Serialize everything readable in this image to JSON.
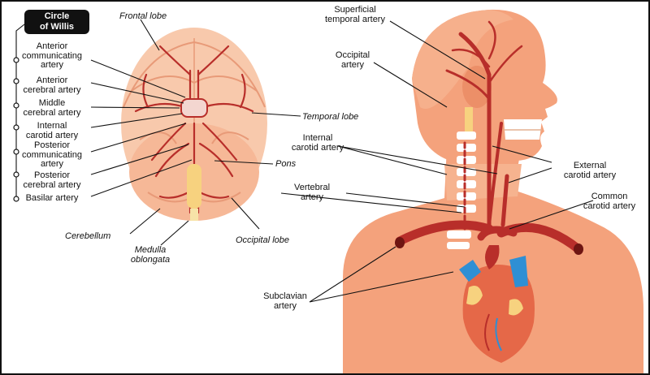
{
  "title": "Circle\nof Willis",
  "circle_of_willis_labels": [
    "Anterior\ncommunicating\nartery",
    "Anterior\ncerebral artery",
    "Middle\ncerebral artery",
    "Internal\ncarotid artery",
    "Posterior\ncommunicating\nartery",
    "Posterior\ncerebral artery",
    "Basilar artery"
  ],
  "brain_labels": {
    "frontal_lobe": "Frontal lobe",
    "temporal_lobe": "Temporal lobe",
    "pons": "Pons",
    "cerebellum": "Cerebellum",
    "medulla_oblongata": "Medulla\noblongata",
    "occipital_lobe": "Occipital lobe"
  },
  "body_labels": {
    "superficial_temporal_artery": "Superficial\ntemporal artery",
    "occipital_artery": "Occipital\nartery",
    "internal_carotid_artery": "Internal\ncarotid artery",
    "vertebral_artery": "Vertebral\nartery",
    "external_carotid_artery": "External\ncarotid artery",
    "common_carotid_artery": "Common\ncarotid artery",
    "subclavian_artery": "Subclavian\nartery"
  },
  "colors": {
    "skin": "#f4a27c",
    "skin_light": "#f8c3a3",
    "artery": "#b82e2a",
    "vein": "#2f8fd4",
    "spine": "#ffffff",
    "title_bg": "#111111"
  }
}
